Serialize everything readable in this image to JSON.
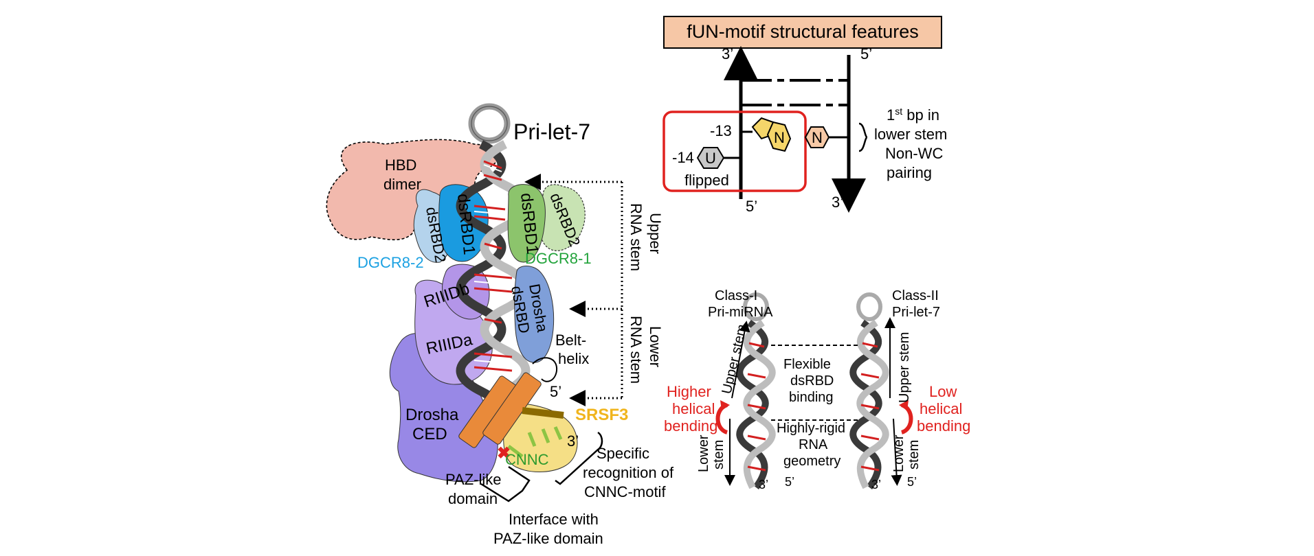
{
  "left": {
    "title": "Pri-let-7",
    "hbd": [
      "HBD",
      "dimer"
    ],
    "dgcr8_2": "DGCR8-2",
    "dgcr8_1": "DGCR8-1",
    "dsrbd1_blue": "dsRBD1",
    "dsrbd2_blue": "dsRBD2",
    "dsrbd1_green": "dsRBD1",
    "dsrbd2_green": "dsRBD2",
    "riiidb": "RIIIDb",
    "riiida": "RIIIDa",
    "drosha_dsrbd": [
      "Drosha",
      "dsRBD"
    ],
    "drosha_ced": [
      "Drosha",
      "CED"
    ],
    "belt_helix": [
      "Belt-",
      "helix"
    ],
    "srsf3": "SRSF3",
    "cnnc": "CNNC",
    "five_prime": "5’",
    "three_prime": "3’",
    "upper_stem": [
      "Upper",
      "RNA stem"
    ],
    "lower_stem": [
      "Lower",
      "RNA stem"
    ],
    "specific_recognition": [
      "Specific",
      "recognition of",
      "CNNC-motif"
    ],
    "paz_like": [
      "PAZ-like",
      "domain"
    ],
    "interface": [
      "Interface with",
      "PAZ-like domain"
    ]
  },
  "fun": {
    "title": "fUN-motif structural features",
    "top3": "3’",
    "top5": "5’",
    "bottom5": "5’",
    "bottom3": "3’",
    "pos13": "-13",
    "pos14": "-14",
    "nucN1": "N",
    "nucN2": "N",
    "nucU": "U",
    "flipped": "flipped",
    "bp_note": [
      "1",
      "st",
      " bp in",
      "lower stem",
      "Non-WC",
      "pairing"
    ]
  },
  "classes": {
    "class1": [
      "Class-I",
      "Pri-miRNA"
    ],
    "class2": [
      "Class-II",
      "Pri-let-7"
    ],
    "upper_stem": "Upper stem",
    "lower_stem": "Lower",
    "stem": "stem",
    "higher": [
      "Higher",
      "helical",
      "bending"
    ],
    "low": [
      "Low",
      "helical",
      "bending"
    ],
    "flexible": [
      "Flexible",
      "dsRBD",
      "binding"
    ],
    "rigid": [
      "Highly-rigid",
      "RNA",
      "geometry"
    ],
    "three": "3’",
    "five": "5’"
  },
  "colors": {
    "hbd": "#f2b9ad",
    "dsrbd_blue": "#1a9be0",
    "dsrbd_lightblue": "#b4d3ec",
    "dsrbd_green": "#8cc46c",
    "dsrbd_lightgreen": "#c8e3b3",
    "riiid": "#b395e8",
    "drosha_ced": "#9888e6",
    "drosha_dsrbd": "#7f9fd9",
    "srsf3_fill": "#f5df86",
    "srsf3_text": "#f0b51e",
    "belt": "#e98a3a",
    "dgcr8_2_text": "#1ba1e2",
    "dgcr8_1_text": "#22a33b",
    "highlight_red": "#e0221f",
    "title_box": "#f6c7a6",
    "cnnc": "#2e9a2e"
  }
}
